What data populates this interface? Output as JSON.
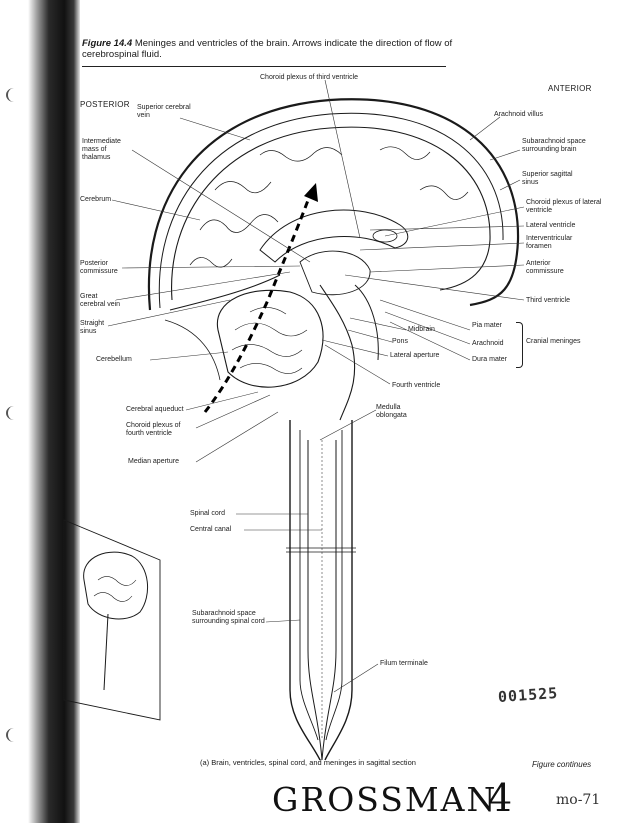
{
  "figure": {
    "number_label": "Figure 14.4",
    "title_text": "Meninges and ventricles of the brain. Arrows indicate the direction of flow of cerebrospinal fluid."
  },
  "orientation": {
    "posterior": "POSTERIOR",
    "anterior": "ANTERIOR"
  },
  "labels": {
    "choroid_plexus_third": "Choroid plexus of third ventricle",
    "arachnoid_villus": "Arachnoid villus",
    "superior_cerebral_vein": "Superior cerebral vein",
    "subarachnoid_brain": "Subarachnoid space surrounding brain",
    "intermediate_mass": "Intermediate mass of thalamus",
    "superior_sagittal_sinus": "Superior sagittal sinus",
    "cerebrum": "Cerebrum",
    "choroid_plexus_lateral": "Choroid plexus of lateral ventricle",
    "lateral_ventricle": "Lateral ventricle",
    "interventricular_foramen": "Interventricular foramen",
    "posterior_commissure": "Posterior commissure",
    "anterior_commissure": "Anterior commissure",
    "great_cerebral_vein": "Great cerebral vein",
    "third_ventricle": "Third ventricle",
    "straight_sinus": "Straight sinus",
    "pia_mater": "Pia mater",
    "midbrain": "Midbrain",
    "arachnoid": "Arachnoid",
    "cranial_meninges": "Cranial meninges",
    "pons": "Pons",
    "dura_mater": "Dura mater",
    "cerebellum": "Cerebellum",
    "lateral_aperture": "Lateral aperture",
    "fourth_ventricle": "Fourth ventricle",
    "cerebral_aqueduct": "Cerebral aqueduct",
    "medulla_oblongata": "Medulla oblongata",
    "choroid_plexus_fourth": "Choroid plexus of fourth ventricle",
    "median_aperture": "Median aperture",
    "spinal_cord": "Spinal cord",
    "central_canal": "Central canal",
    "subarachnoid_cord": "Subarachnoid space surrounding spinal cord",
    "filum_terminale": "Filum terminale"
  },
  "caption": "(a) Brain, ventricles, spinal cord, and meninges in sagittal section",
  "figure_continues": "Figure continues",
  "stamp_number": "001525",
  "handwritten_name": "GROSSMAN",
  "handwritten_number": "4",
  "handwritten_ref": "mo-71"
}
